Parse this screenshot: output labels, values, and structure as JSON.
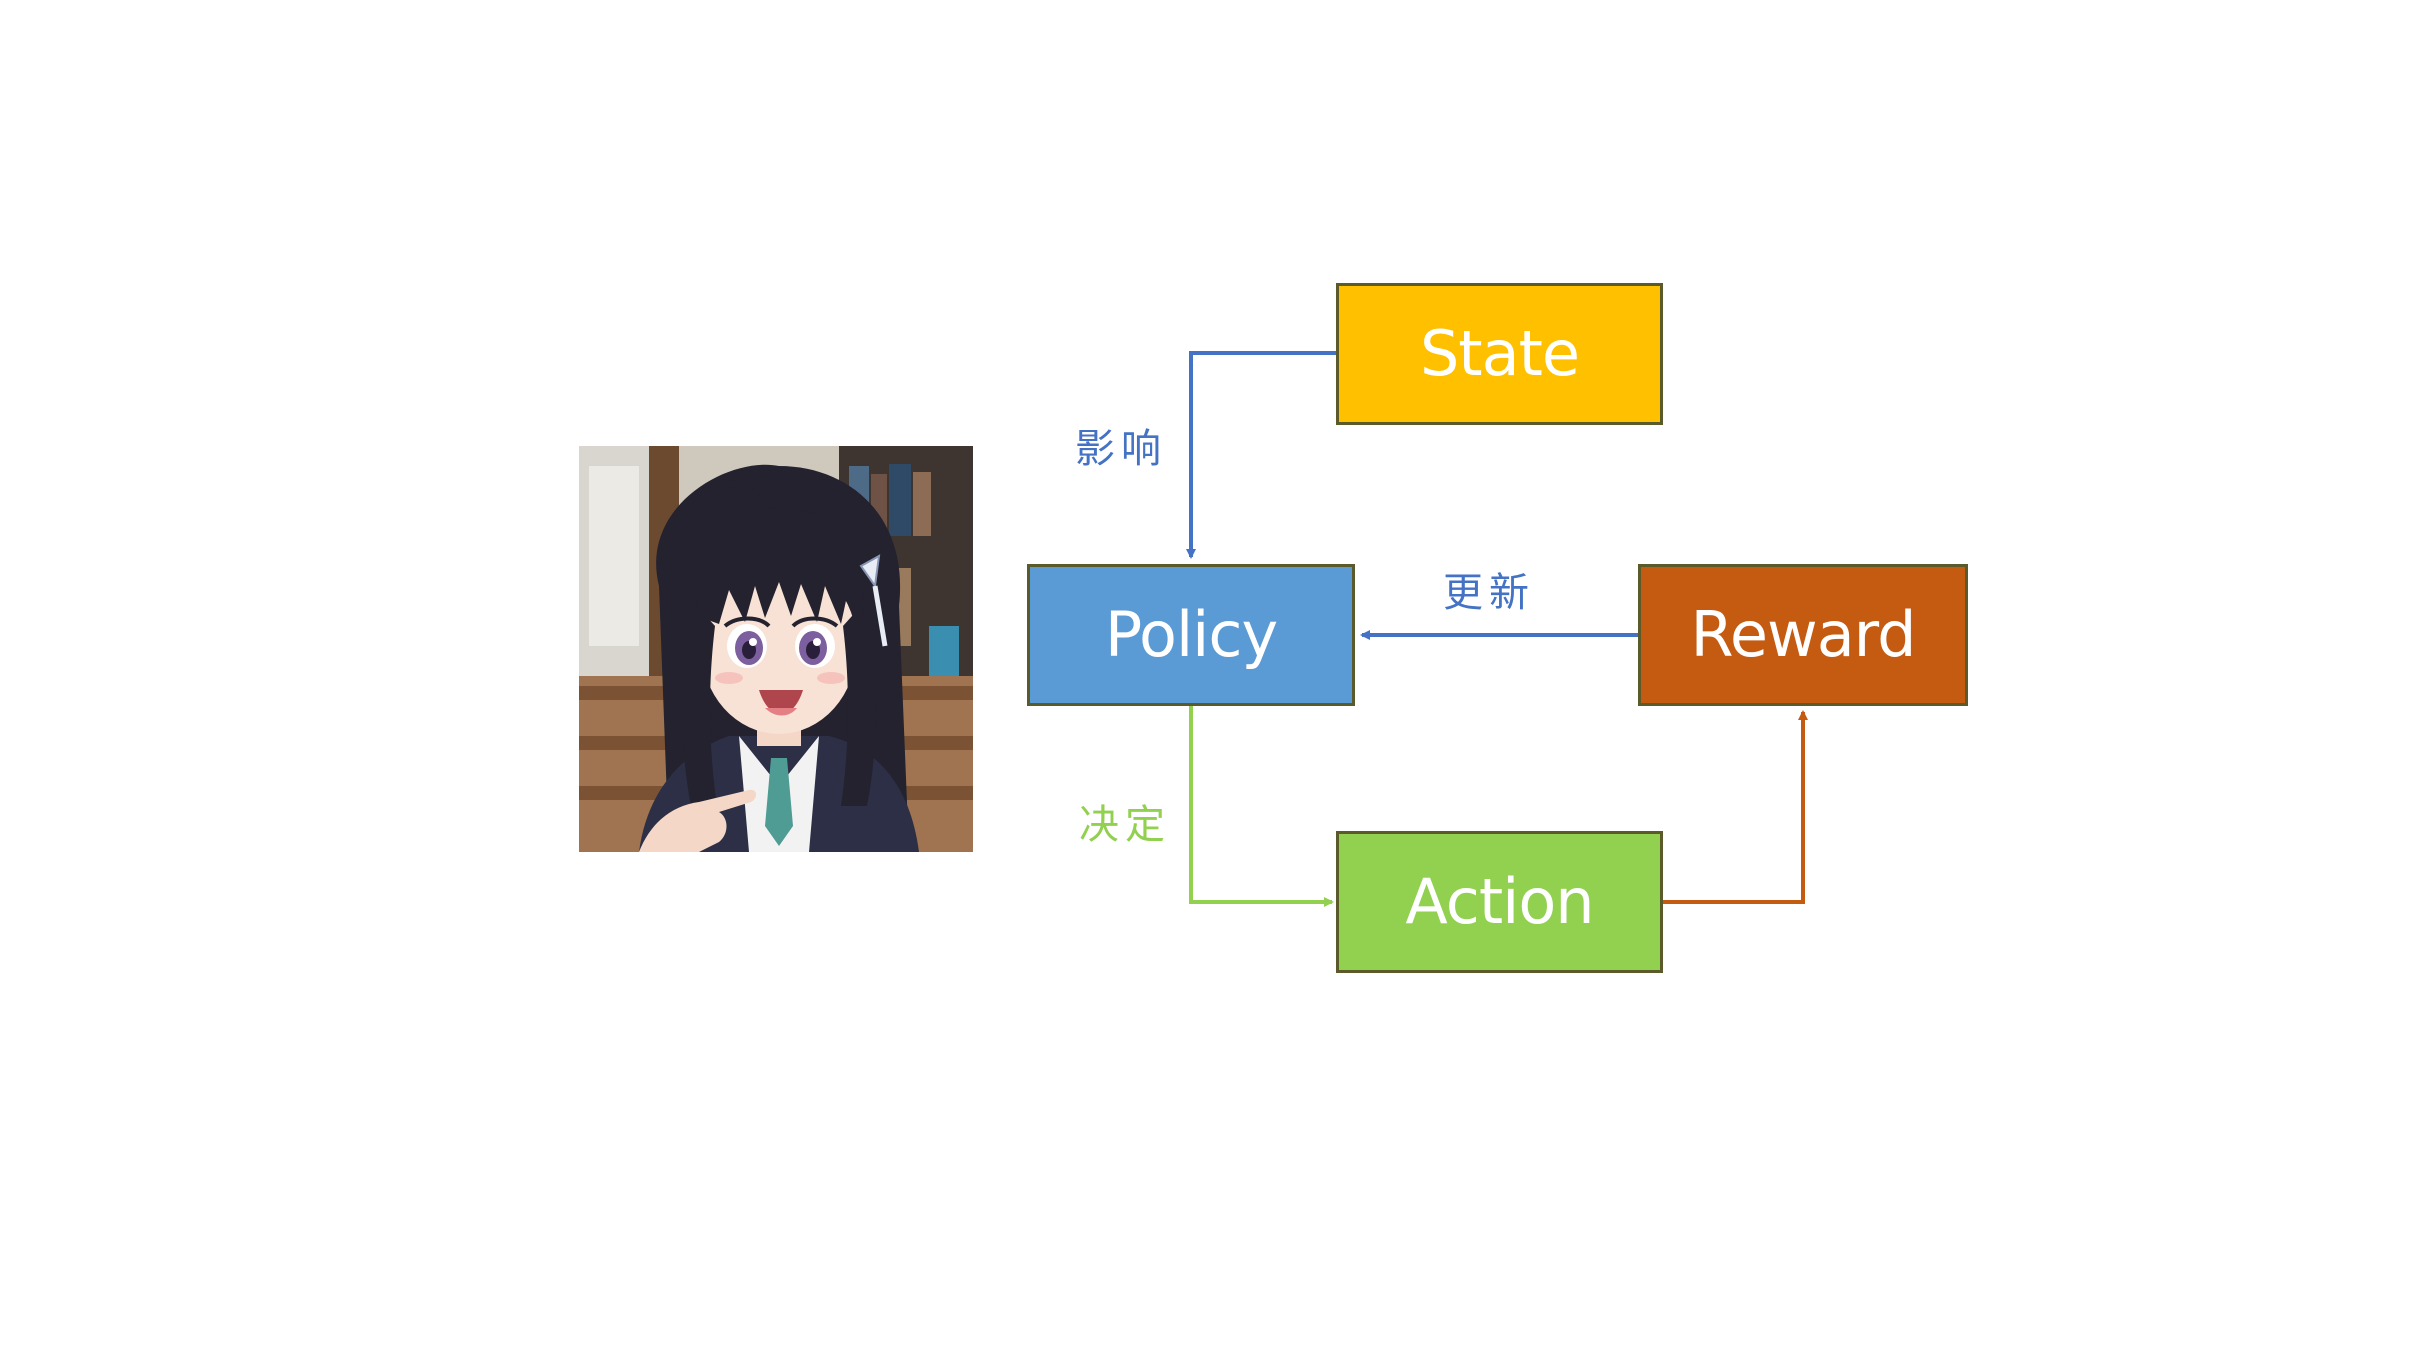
{
  "nodes": {
    "state": {
      "label": "State",
      "color": "#FFC000"
    },
    "policy": {
      "label": "Policy",
      "color": "#5B9BD5"
    },
    "reward": {
      "label": "Reward",
      "color": "#C55A11"
    },
    "action": {
      "label": "Action",
      "color": "#92D050"
    }
  },
  "edges": {
    "state_to_policy": {
      "label": "影响",
      "color": "#4472C4"
    },
    "reward_to_policy": {
      "label": "更新",
      "color": "#4472C4"
    },
    "policy_to_action": {
      "label": "决定",
      "color": "#92D050"
    },
    "action_to_reward": {
      "label": "",
      "color": "#C55A11"
    }
  },
  "illustration": {
    "subject": "anime-girl-portrait"
  }
}
